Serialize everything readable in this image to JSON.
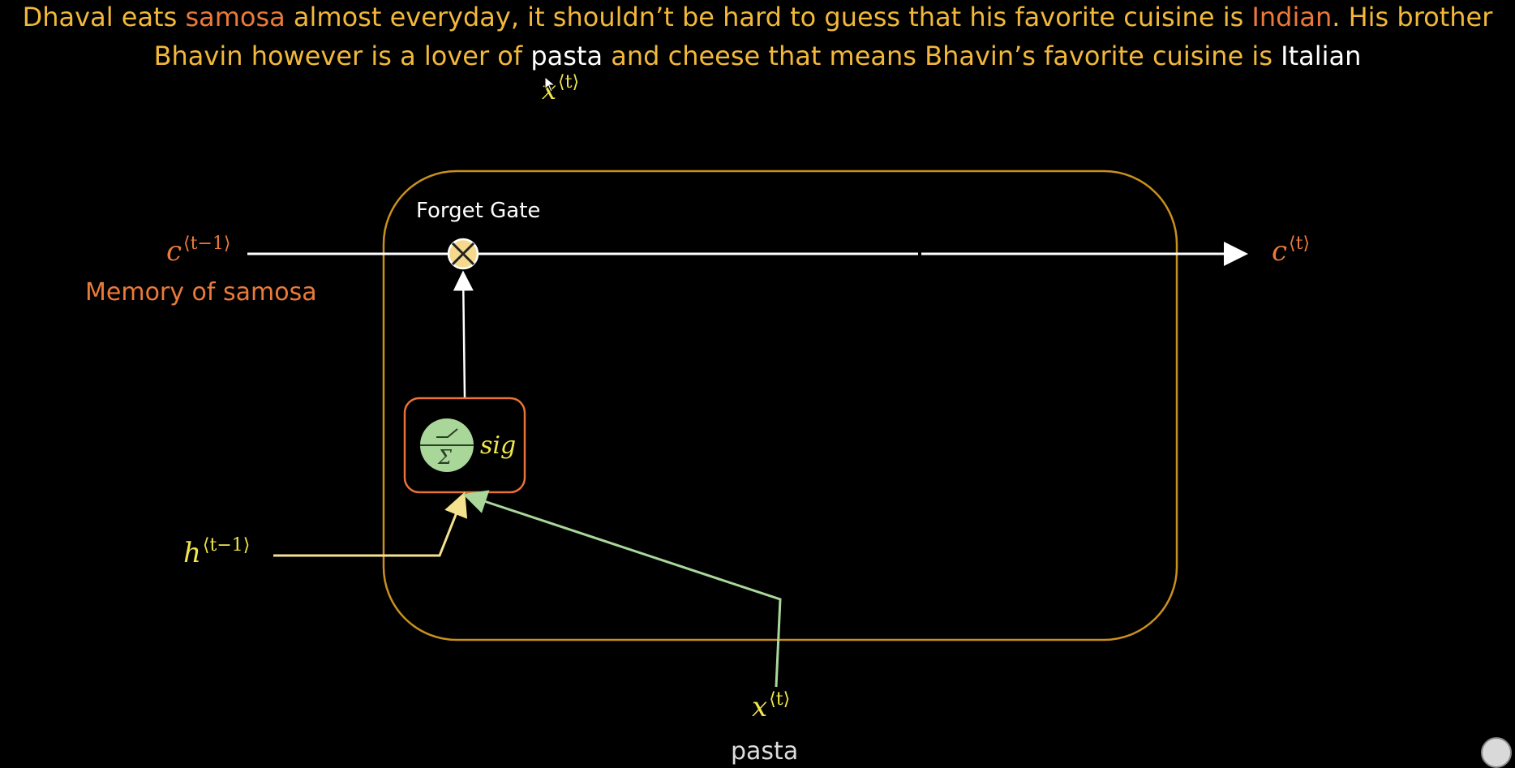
{
  "sentence": {
    "line1": [
      {
        "text": "Dhaval eats ",
        "style": "yellow"
      },
      {
        "text": "samosa",
        "style": "orange"
      },
      {
        "text": " almost everyday, it shouldn’t be hard to guess that his favorite cuisine is ",
        "style": "yellow"
      },
      {
        "text": "Indian",
        "style": "orange"
      },
      {
        "text": ". His brother",
        "style": "yellow"
      }
    ],
    "line2": [
      {
        "text": "Bhavin however is a lover of ",
        "style": "yellow"
      },
      {
        "text": "pasta",
        "style": "white"
      },
      {
        "text": " and cheese that means Bhavin’s favorite cuisine is ",
        "style": "yellow"
      },
      {
        "text": "Italian",
        "style": "white"
      }
    ]
  },
  "labels": {
    "x_top": {
      "var": "x",
      "sup": "⟨t⟩"
    },
    "forget_gate": "Forget Gate",
    "c_prev": {
      "var": "c",
      "sup": "⟨t−1⟩"
    },
    "memory": "Memory of samosa",
    "c_next": {
      "var": "c",
      "sup": "⟨t⟩"
    },
    "h_prev": {
      "var": "h",
      "sup": "⟨t−1⟩"
    },
    "sig": "sig",
    "sigma": "Σ",
    "x_bottom": {
      "var": "x",
      "sup": "⟨t⟩"
    },
    "pasta": "pasta"
  },
  "colors": {
    "yellow_text": "#f2b83b",
    "orange_text": "#ea7a3a",
    "math_yellow": "#f0e64a",
    "cell_border": "#c9901e",
    "sig_box_border": "#e8733a",
    "sig_circle": "#a9d79a",
    "multiply_fill": "#f7d98c",
    "h_line": "#f5e28f",
    "x_line": "#a9d79a",
    "main_line": "#ffffff"
  },
  "icons": {
    "multiply": "multiply-circle-icon",
    "activation": "sigmoid-neuron-icon",
    "cursor": "mouse-cursor-icon",
    "logo": "channel-logo-icon"
  }
}
